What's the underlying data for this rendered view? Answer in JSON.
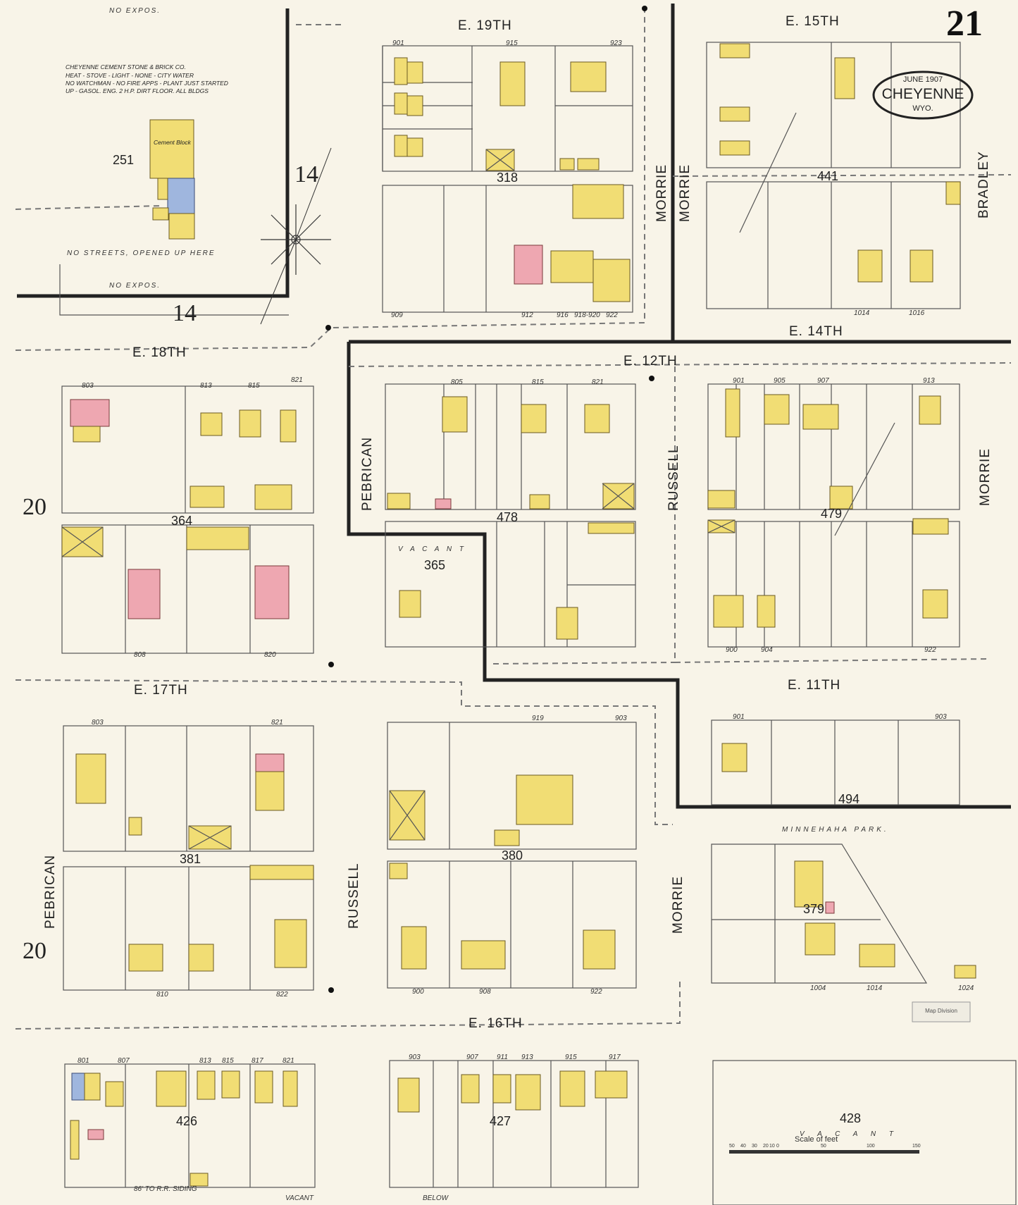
{
  "sheet": {
    "number": "21",
    "date": "JUNE 1907",
    "city": "CHEYENNE",
    "state": "WYO."
  },
  "streets": {
    "e19": "E. 19TH",
    "e18": "E. 18TH",
    "e17": "E. 17TH",
    "e16": "E. 16TH",
    "e15": "E. 15TH",
    "e14": "E. 14TH",
    "e12": "E. 12TH",
    "e11": "E. 11TH",
    "pebrican": "PEBRICAN",
    "russell": "RUSSELL",
    "morrie": "MORRIE",
    "bradley": "BRADLEY",
    "minnehaha": "MINNEHAHA PARK.",
    "no_streets": "NO STREETS, OPENED UP HERE",
    "no_expos": "NO EXPOS."
  },
  "blocks": [
    "251",
    "318",
    "441",
    "364",
    "478",
    "479",
    "365",
    "381",
    "380",
    "494",
    "379",
    "426",
    "427",
    "428"
  ],
  "sheet_refs": [
    "14",
    "14",
    "20",
    "20"
  ],
  "cement_co": {
    "title": "CHEYENNE CEMENT STONE & BRICK CO.",
    "line1": "HEAT - STOVE - LIGHT - NONE - CITY WATER",
    "line2": "NO WATCHMAN - NO FIRE APPS - PLANT JUST STARTED",
    "line3": "UP - GASOL. ENG. 2 H.P. DIRT FLOOR. ALL BLDGS",
    "building": "Cement Block"
  },
  "labels": {
    "vacant": "V A C A N T",
    "vacant2": "VACANT",
    "below": "BELOW",
    "rr_siding": "86' TO R.R. SIDING",
    "scale": "Scale of feet",
    "map_division": "Map Division"
  },
  "scale_ticks": [
    "50",
    "40",
    "30",
    "20",
    "10",
    "0",
    "50",
    "100",
    "150"
  ],
  "addresses": [
    "901",
    "915",
    "923",
    "803",
    "813",
    "815",
    "821",
    "805",
    "815",
    "821",
    "901",
    "905",
    "907",
    "913",
    "803",
    "821",
    "919",
    "903",
    "901",
    "903",
    "801",
    "807",
    "813",
    "815",
    "817",
    "821",
    "903",
    "907",
    "911",
    "913",
    "915",
    "917",
    "909",
    "912",
    "916",
    "918-920",
    "922",
    "808",
    "820",
    "900",
    "904",
    "922",
    "810",
    "822",
    "900",
    "908",
    "922",
    "1004",
    "1014",
    "1024",
    "1014",
    "1016"
  ],
  "colors": {
    "frame": "#f1dd74",
    "brick": "#eea7b1",
    "stone": "#9fb6de",
    "paper": "#f8f4e8"
  }
}
